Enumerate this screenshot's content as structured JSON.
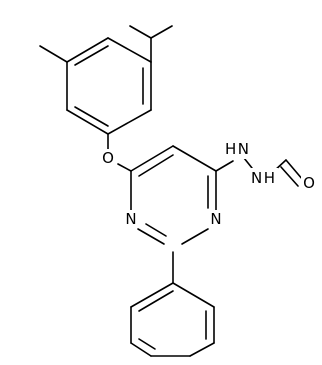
{
  "structure": {
    "atoms": [
      {
        "id": "o_ether",
        "label": "O"
      },
      {
        "id": "n_ring_a",
        "label": "N"
      },
      {
        "id": "n_ring_b",
        "label": "N"
      },
      {
        "id": "n_hydrazine_a",
        "label": "H N"
      },
      {
        "id": "n_hydrazine_b",
        "label": "N H"
      },
      {
        "id": "o_carbonyl",
        "label": "O"
      }
    ]
  },
  "colors": {
    "bond": "#000000",
    "background": "#ffffff"
  }
}
